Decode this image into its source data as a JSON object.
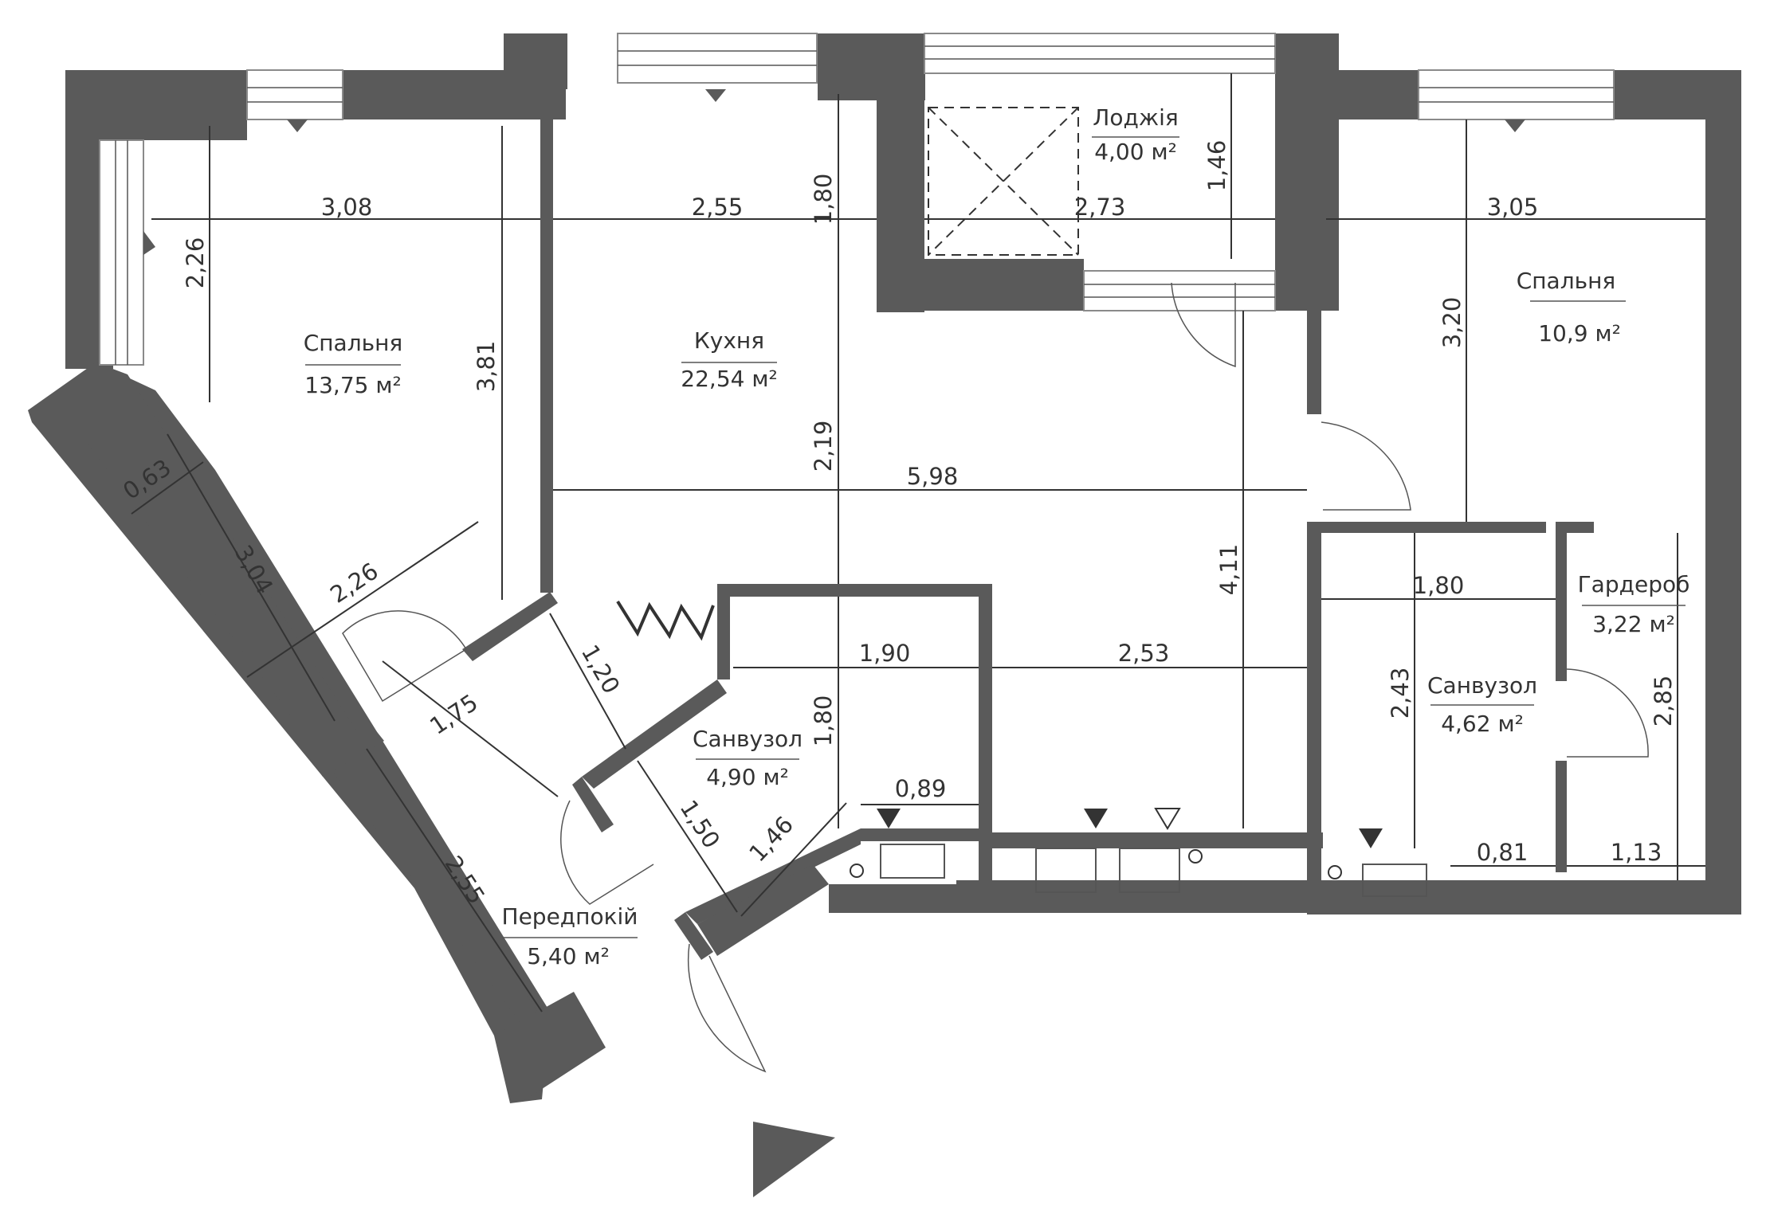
{
  "colors": {
    "wall": "#5a5a5a",
    "line": "#333333",
    "background": "#ffffff"
  },
  "rooms": [
    {
      "id": "bedroom-left",
      "name": "Спальня",
      "area": "13,75 м²"
    },
    {
      "id": "kitchen",
      "name": "Кухня",
      "area": "22,54 м²"
    },
    {
      "id": "loggia",
      "name": "Лоджія",
      "area": "4,00 м²"
    },
    {
      "id": "bedroom-right",
      "name": "Спальня",
      "area": "10,9 м²"
    },
    {
      "id": "wardrobe",
      "name": "Гардероб",
      "area": "3,22 м²"
    },
    {
      "id": "bathroom-right",
      "name": "Санвузол",
      "area": "4,62 м²"
    },
    {
      "id": "bathroom-center",
      "name": "Санвузол",
      "area": "4,90 м²"
    },
    {
      "id": "hallway",
      "name": "Передпокій",
      "area": "5,40 м²"
    }
  ],
  "dimensions": [
    "3,08",
    "2,26",
    "3,81",
    "2,55",
    "1,80",
    "2,19",
    "5,98",
    "2,73",
    "1,46",
    "3,05",
    "3,20",
    "4,11",
    "1,80",
    "2,43",
    "2,85",
    "0,81",
    "1,13",
    "1,90",
    "2,53",
    "1,80",
    "0,89",
    "1,46",
    "1,50",
    "1,20",
    "1,75",
    "2,55",
    "2,26",
    "3,04",
    "0,63"
  ],
  "icons": [
    "entrance-arrow-icon",
    "column-marker-icon",
    "riser-marker-icon",
    "riser-marker-outline-icon"
  ]
}
